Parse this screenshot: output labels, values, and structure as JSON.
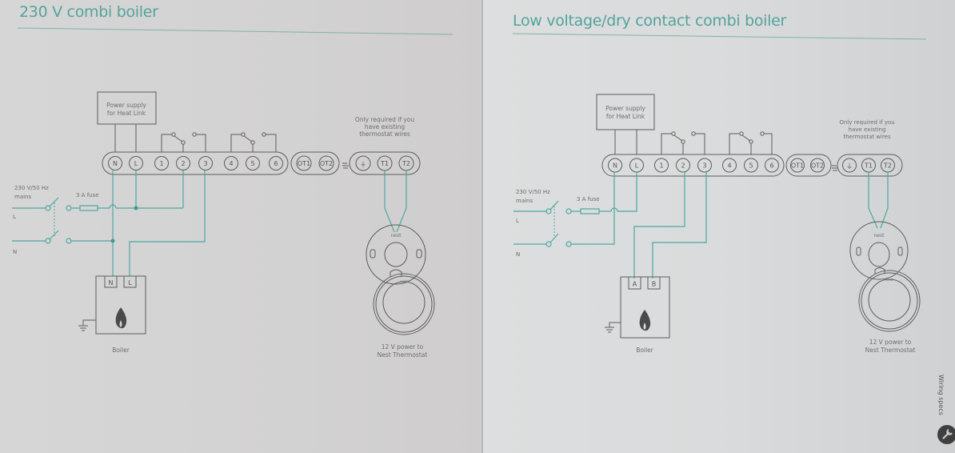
{
  "pages": {
    "left": {
      "title": "230 V combi boiler",
      "power_supply_label": [
        "Power supply",
        "for Heat Link"
      ],
      "heatlink_terminals": [
        "N",
        "L",
        "1",
        "2",
        "3",
        "4",
        "5",
        "6"
      ],
      "opentherm_terminals": [
        "OT1",
        "OT2"
      ],
      "thermostat_terminals": [
        "⏚",
        "T1",
        "T2"
      ],
      "thermostat_note": [
        "Only required if you",
        "have existing",
        "thermostat wires"
      ],
      "mains_label": [
        "230 V/50 Hz",
        "mains"
      ],
      "fuse_label": "3 A fuse",
      "line_label": "L",
      "neutral_label": "N",
      "boiler_terminals": [
        "N",
        "L"
      ],
      "boiler_label": "Boiler",
      "thermostat_brand": "nest",
      "thermostat_caption": [
        "12 V power to",
        "Nest Thermostat"
      ]
    },
    "right": {
      "title": "Low voltage/dry contact combi boiler",
      "power_supply_label": [
        "Power supply",
        "for Heat Link"
      ],
      "heatlink_terminals": [
        "N",
        "L",
        "1",
        "2",
        "3",
        "4",
        "5",
        "6"
      ],
      "opentherm_terminals": [
        "OT1",
        "OT2"
      ],
      "thermostat_terminals": [
        "⏚",
        "T1",
        "T2"
      ],
      "thermostat_note": [
        "Only required if you",
        "have existing",
        "thermostat wires"
      ],
      "mains_label": [
        "230 V/50 Hz",
        "mains"
      ],
      "fuse_label": "3 A fuse",
      "line_label": "L",
      "neutral_label": "N",
      "boiler_terminals": [
        "A",
        "B"
      ],
      "boiler_label": "Boiler",
      "thermostat_brand": "nest",
      "thermostat_caption": [
        "12 V power to",
        "Nest Thermostat"
      ]
    }
  },
  "side_tab": {
    "label": "Wiring specs",
    "icon": "wrench-icon"
  },
  "colors": {
    "wire": "#4fa7a0",
    "outline": "#5d5d5d",
    "title": "#55a39c",
    "junction": "#3a9b8f"
  }
}
